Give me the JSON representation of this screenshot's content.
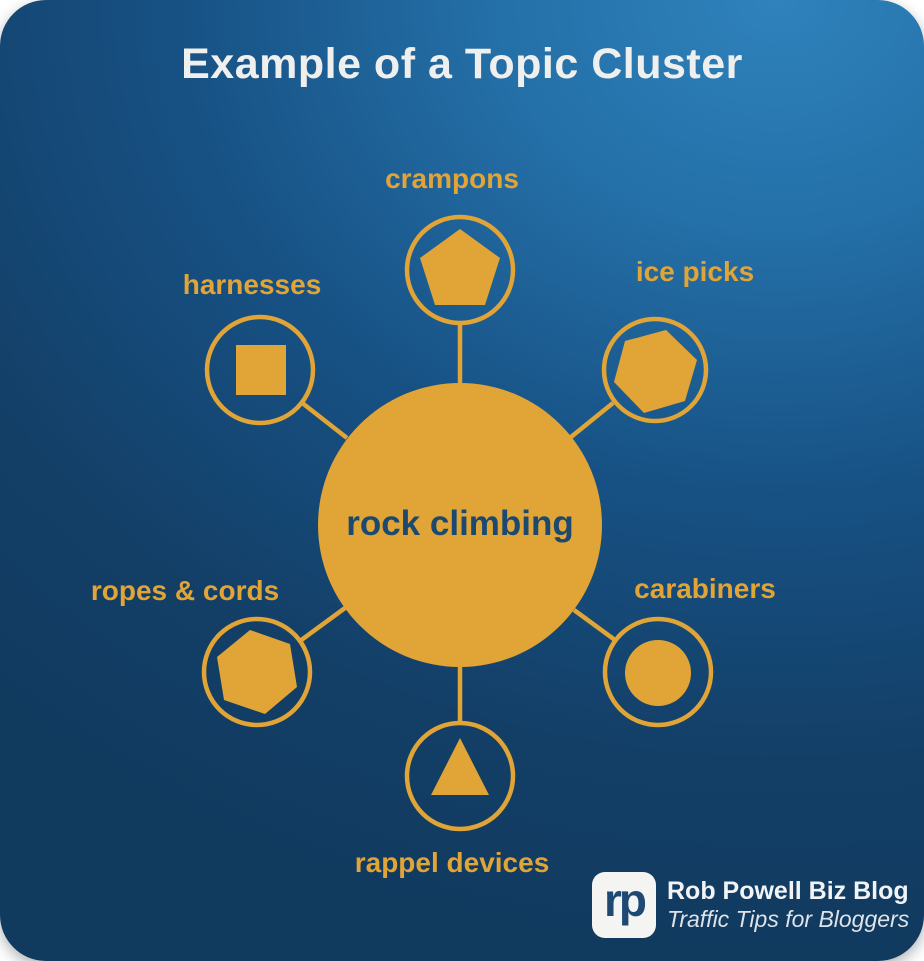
{
  "title": "Example of a Topic Cluster",
  "hub": {
    "label": "rock climbing"
  },
  "nodes": [
    {
      "label": "crampons",
      "icon": "pentagon-icon"
    },
    {
      "label": "ice picks",
      "icon": "hexagon-icon"
    },
    {
      "label": "harnesses",
      "icon": "square-icon"
    },
    {
      "label": "ropes & cords",
      "icon": "hexagon-icon"
    },
    {
      "label": "carabiners",
      "icon": "circle-icon"
    },
    {
      "label": "rappel devices",
      "icon": "triangle-icon"
    }
  ],
  "footer": {
    "logo_monogram": "rp",
    "brand_name": "Rob Powell Biz Blog",
    "tagline": "Traffic Tips for Bloggers"
  },
  "colors": {
    "accent_gold": "#E0A437",
    "background_dark": "#113A5F",
    "background_light": "#2F82BC",
    "hub_text": "#1B4970",
    "title_text": "#EFEFED",
    "logo_text": "#1E4973"
  }
}
